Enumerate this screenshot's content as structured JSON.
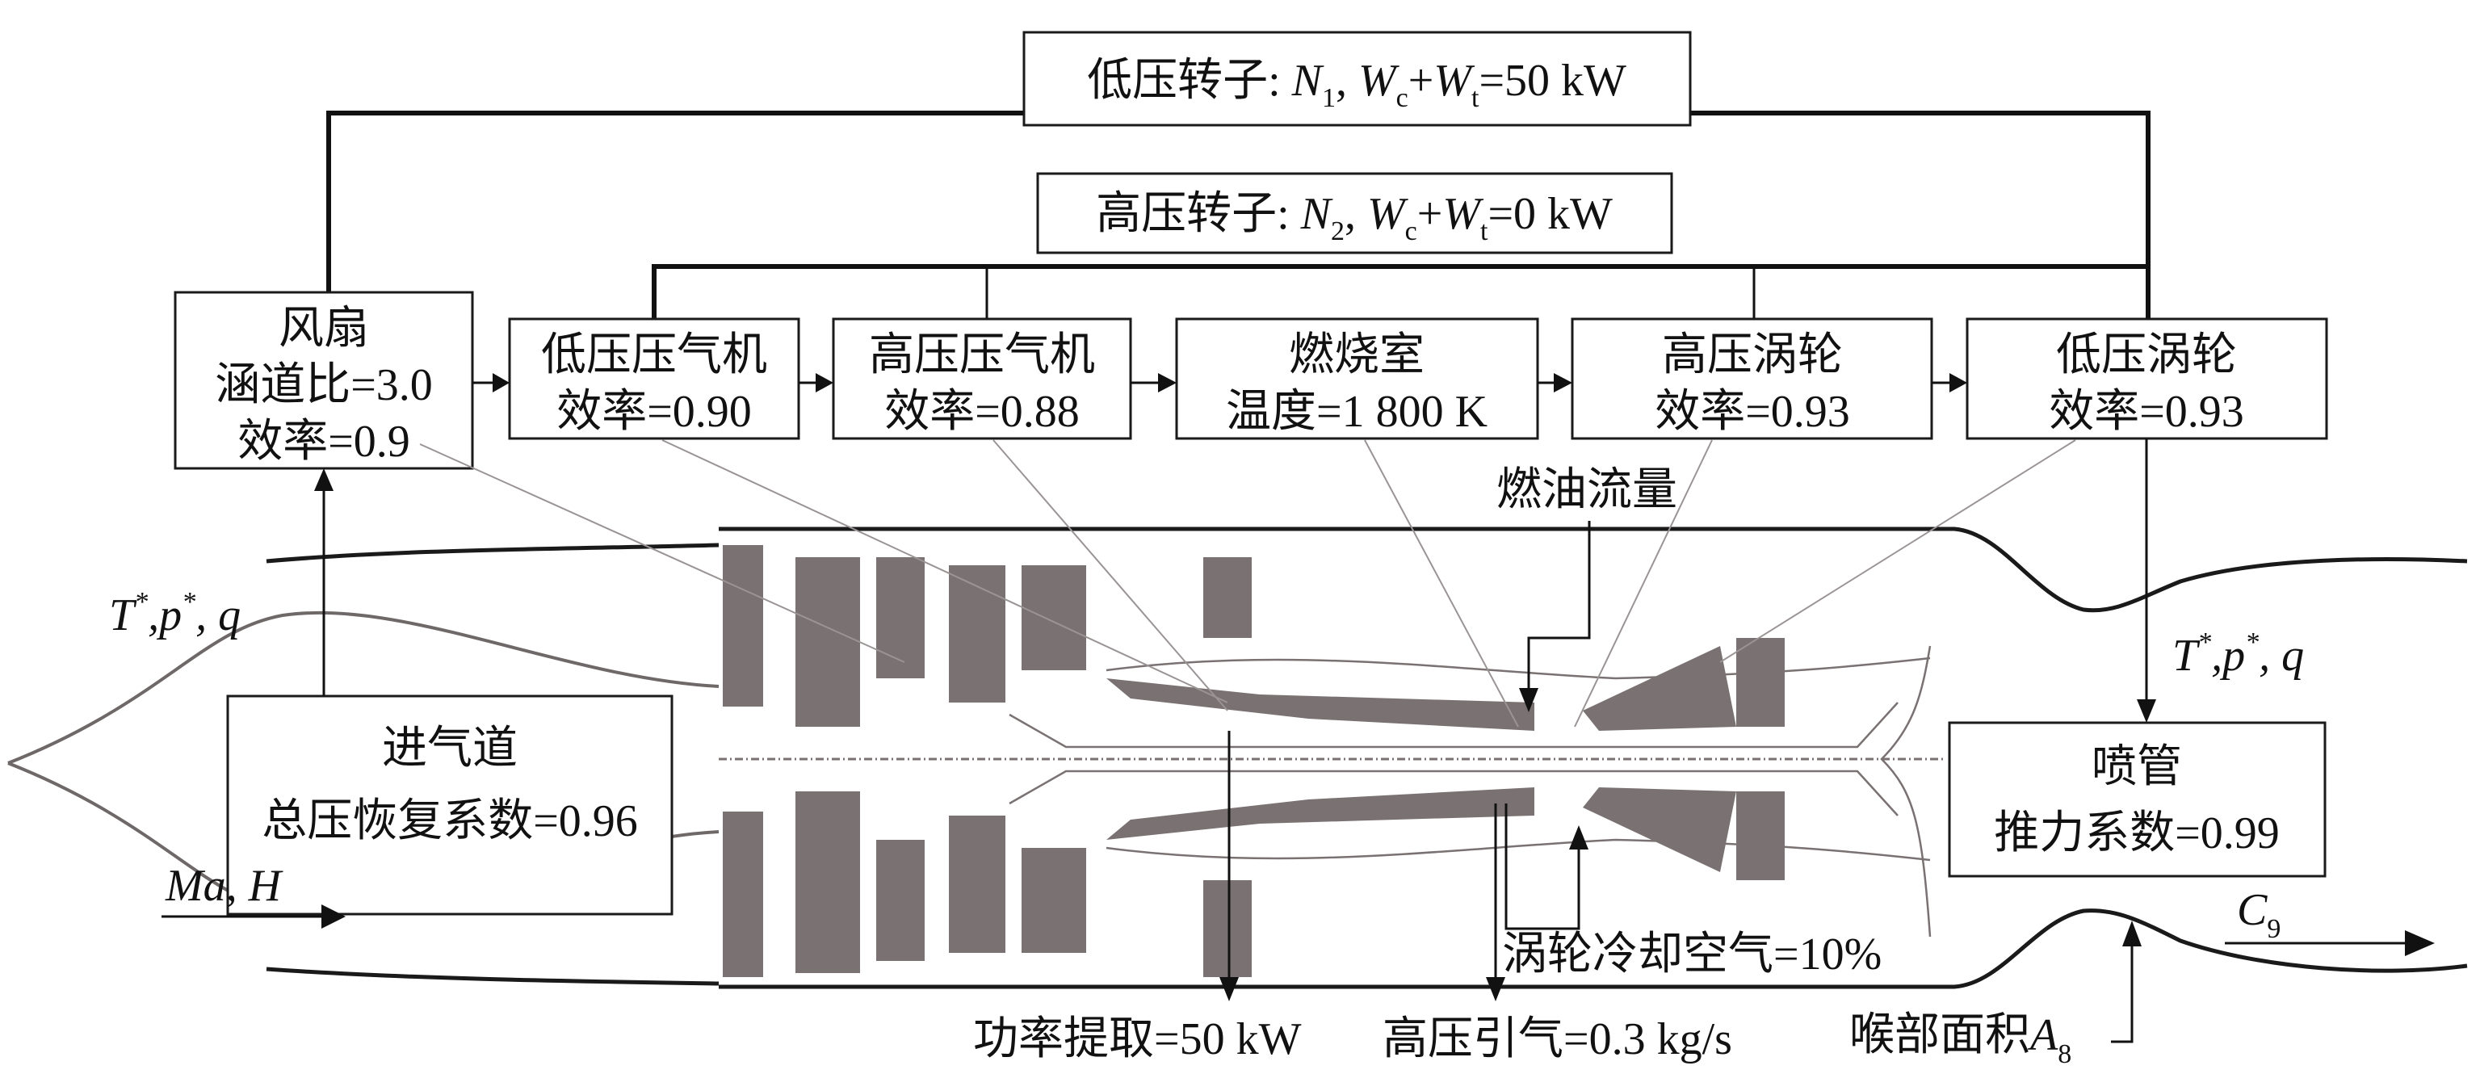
{
  "figure": {
    "low_rotor": {
      "label": "低压转子: ",
      "speed": "N",
      "speed_sub": "1",
      "sep": ", ",
      "w1": "W",
      "w1_sub": "c",
      "plus": "+",
      "w2": "W",
      "w2_sub": "t",
      "value": "=50 kW"
    },
    "high_rotor": {
      "label": "高压转子: ",
      "speed": "N",
      "speed_sub": "2",
      "sep": ", ",
      "w1": "W",
      "w1_sub": "c",
      "plus": "+",
      "w2": "W",
      "w2_sub": "t",
      "value": "=0 kW"
    },
    "components": [
      {
        "id": "fan",
        "lines": [
          "风扇",
          "涵道比=3.0",
          "效率=0.9"
        ]
      },
      {
        "id": "lpc",
        "lines": [
          "低压压气机",
          "效率=0.90"
        ]
      },
      {
        "id": "hpc",
        "lines": [
          "高压压气机",
          "效率=0.88"
        ]
      },
      {
        "id": "combustor",
        "lines": [
          "燃烧室",
          "温度=1 800 K"
        ]
      },
      {
        "id": "hpt",
        "lines": [
          "高压涡轮",
          "效率=0.93"
        ]
      },
      {
        "id": "lpt",
        "lines": [
          "低压涡轮",
          "效率=0.93"
        ]
      }
    ],
    "inlet": {
      "lines": [
        "进气道",
        "总压恢复系数=0.96"
      ]
    },
    "nozzle": {
      "lines": [
        "喷管",
        "推力系数=0.99"
      ]
    },
    "inlet_state": {
      "t": "T",
      "sep1": ",",
      "p": "p",
      "sep2": ", ",
      "q": "q",
      "star": "*"
    },
    "exit_state": {
      "t": "T",
      "sep1": ",",
      "p": "p",
      "sep2": ", ",
      "q": "q",
      "star": "*"
    },
    "flight_condition": "Ma, H",
    "exhaust_velocity": {
      "sym": "C",
      "sub": "9"
    },
    "fuel_flow": "燃油流量",
    "turbine_cooling": "涡轮冷却空气=10%",
    "power_extraction": "功率提取=50 kW",
    "hp_bleed": "高压引气=0.3 kg/s",
    "throat_area": {
      "label": "喉部面积",
      "sym": "A",
      "sub": "8"
    }
  },
  "colors": {
    "blade": "#7a7272",
    "line": "#111111",
    "leader": "#9a9494"
  }
}
